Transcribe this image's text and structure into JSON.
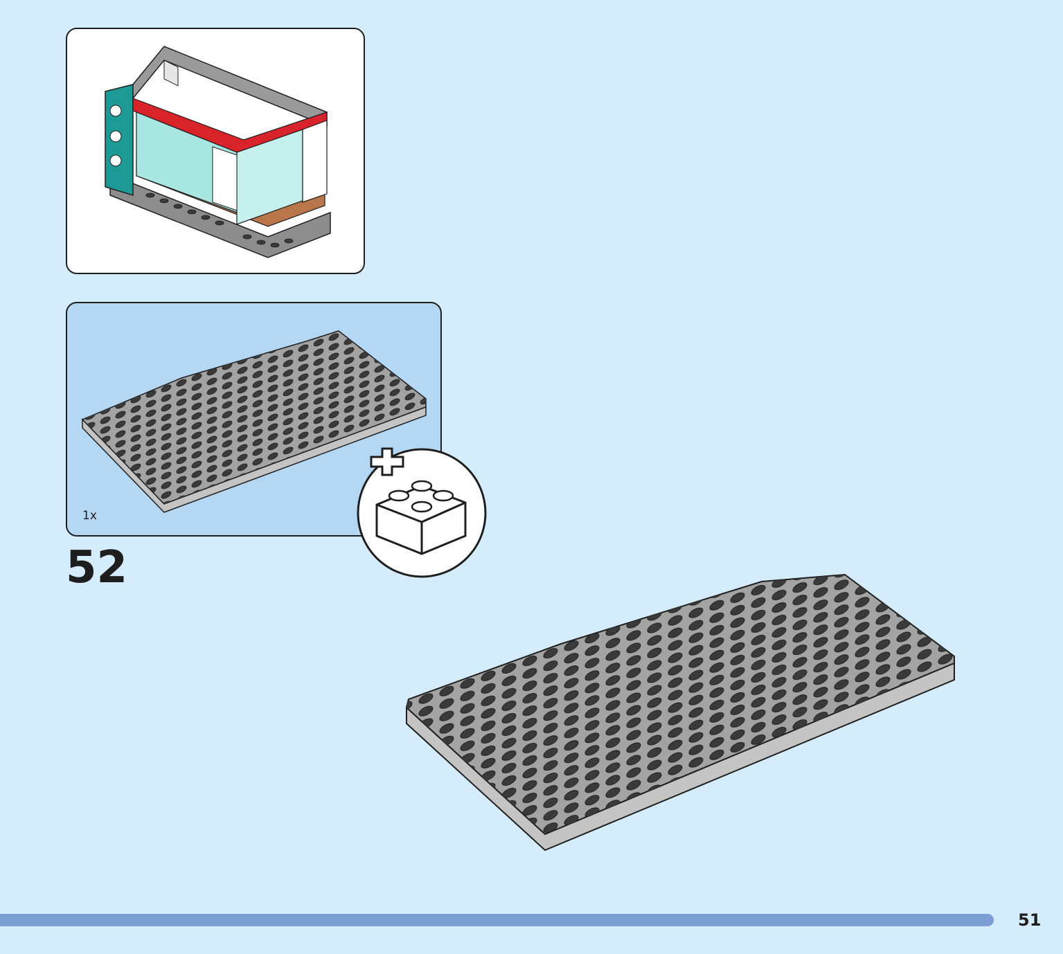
{
  "step": {
    "number": "52"
  },
  "parts": {
    "quantity": "1x"
  },
  "page": {
    "number": "51",
    "progress": 0.935
  },
  "colors": {
    "background": "#d4ecfb",
    "parts_panel": "#b4d7f4",
    "plate_top": "#a3a3a3",
    "plate_side": "#c4c4c4",
    "stud": "#3a3a3a",
    "accent_red": "#d9232a",
    "accent_teal": "#1e9a96",
    "progress": "#7d9fd4"
  },
  "icons": {
    "new_part": "plus-brick-icon",
    "preview": "assembled-building-illustration",
    "plate": "gray-baseplate-illustration"
  }
}
